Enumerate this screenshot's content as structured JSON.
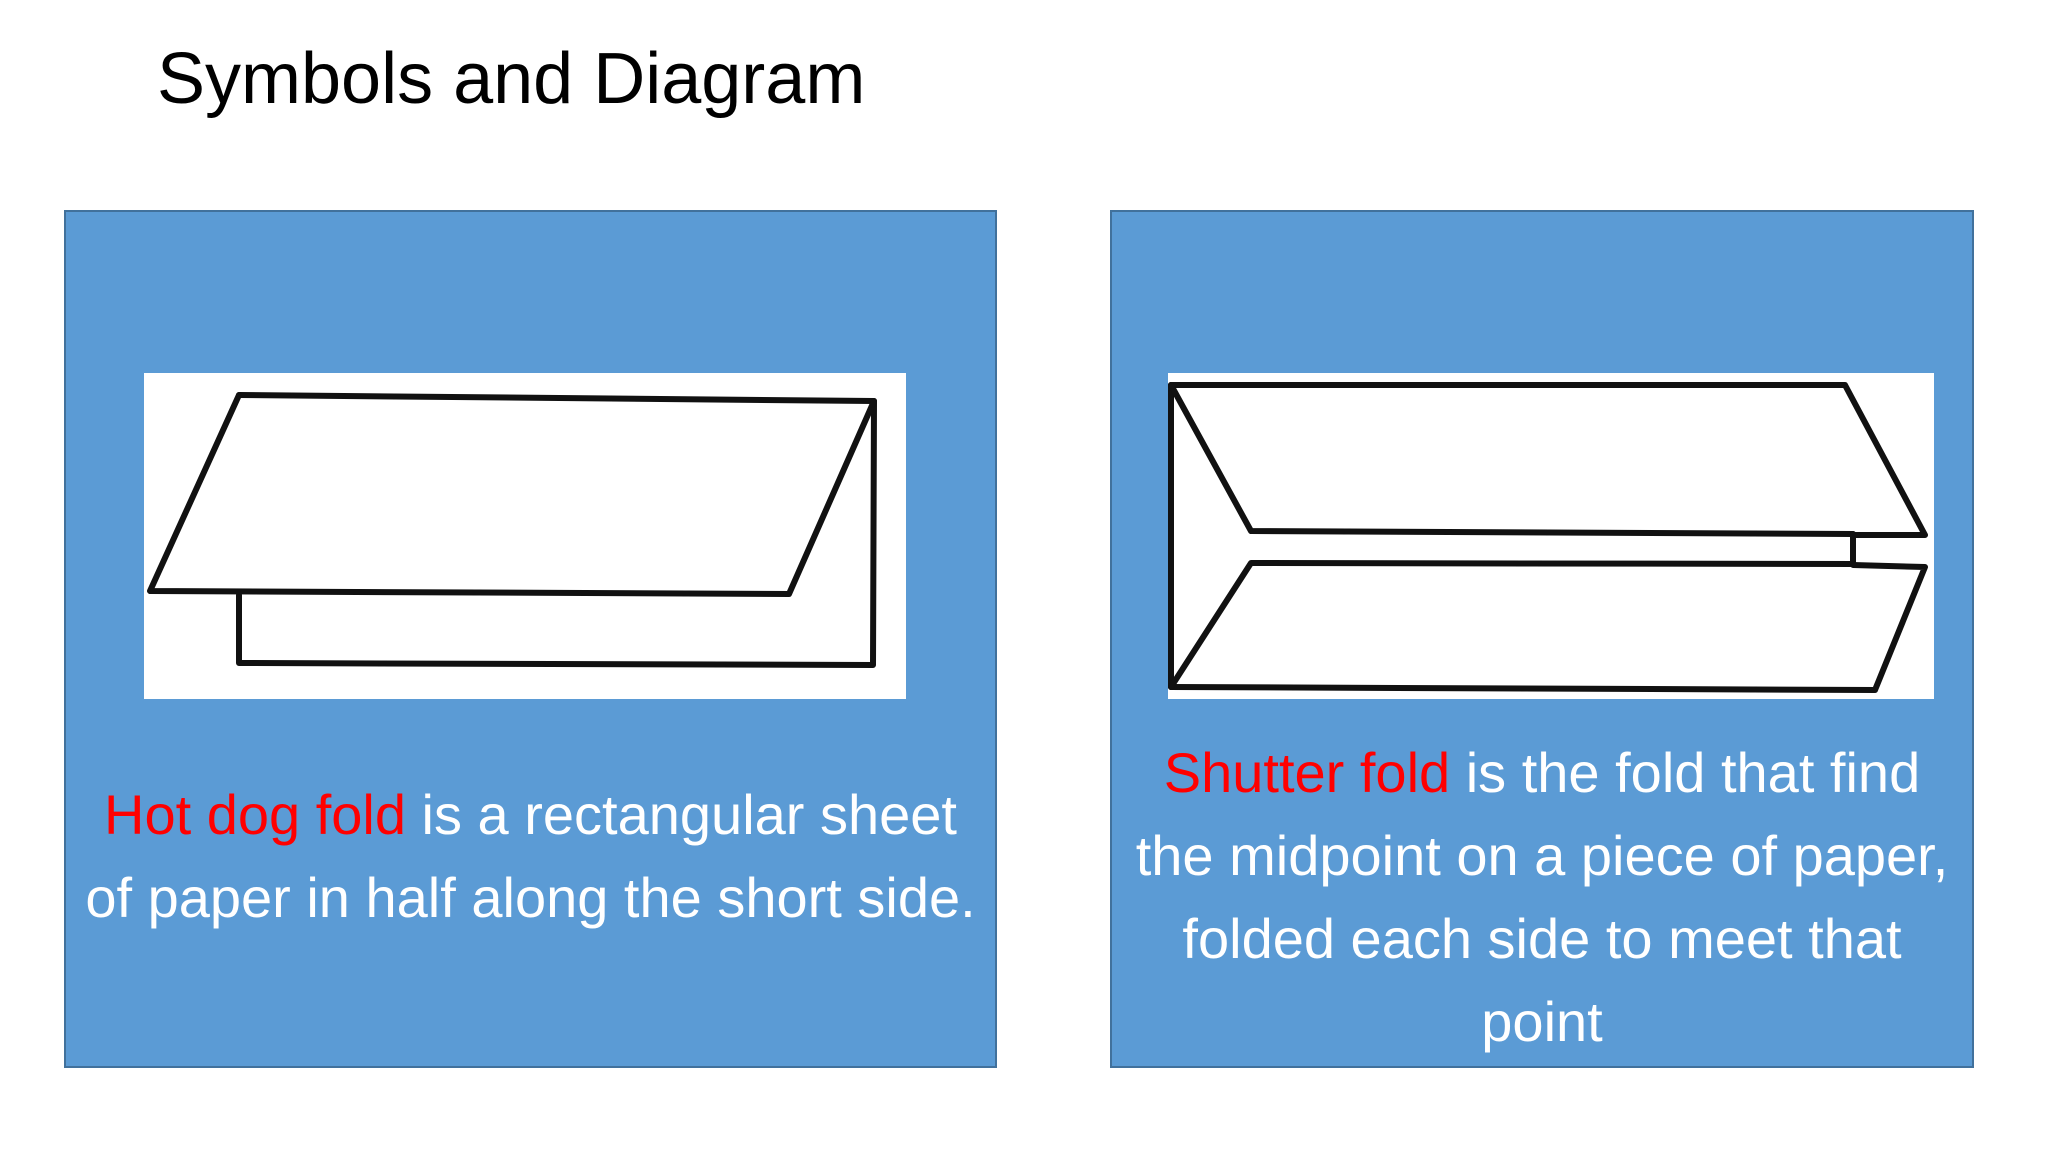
{
  "title": "Symbols and Diagram",
  "panels": [
    {
      "illustration_icon": "hot-dog-fold-icon",
      "term": "Hot dog fold",
      "description": " is a rectangular sheet of paper in half along the short side."
    },
    {
      "illustration_icon": "shutter-fold-icon",
      "term": "Shutter fold",
      "description": " is the fold that find the midpoint on a piece of paper, folded each side to meet that point"
    }
  ],
  "colors": {
    "panel_background": "#5b9bd5",
    "panel_border": "#41719c",
    "term_highlight": "#ff0000",
    "caption_text": "#ffffff"
  }
}
